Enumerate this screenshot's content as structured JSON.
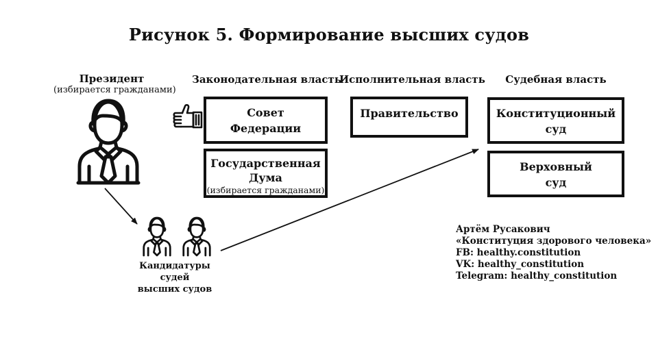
{
  "title": "Рисунок 5. Формирование высших судов",
  "president": {
    "label": "Президент",
    "note": "(избирается гражданами)",
    "icon": "person-with-tie-icon"
  },
  "columns": {
    "legislative": {
      "heading": "Законодательная власть",
      "boxes": [
        {
          "line1": "Совет",
          "line2": "Федерации",
          "note": ""
        },
        {
          "line1": "Государственная",
          "line2": "Дума",
          "note": "(избирается гражданами)"
        }
      ],
      "approval_icon": "thumbs-up-icon"
    },
    "executive": {
      "heading": "Исполнительная власть",
      "boxes": [
        {
          "line1": "Правительство"
        }
      ]
    },
    "judicial": {
      "heading": "Судебная власть",
      "boxes": [
        {
          "line1": "Конституционный",
          "line2": "суд"
        },
        {
          "line1": "Верховный",
          "line2": "суд"
        }
      ]
    }
  },
  "candidates": {
    "line1": "Кандидатуры судей",
    "line2": "высших судов",
    "icon": "person-with-tie-icon",
    "count": 2
  },
  "arrows": [
    {
      "from": "president",
      "to": "candidates"
    },
    {
      "from": "candidates",
      "to": "judicial"
    }
  ],
  "credits": [
    "Артём Русакович",
    "«Конституция здорового человека»",
    "FB: healthy.constitution",
    "VK: healthy_constitution",
    "Telegram: healthy_constitution"
  ],
  "colors": {
    "ink": "#111111",
    "background": "#ffffff"
  }
}
